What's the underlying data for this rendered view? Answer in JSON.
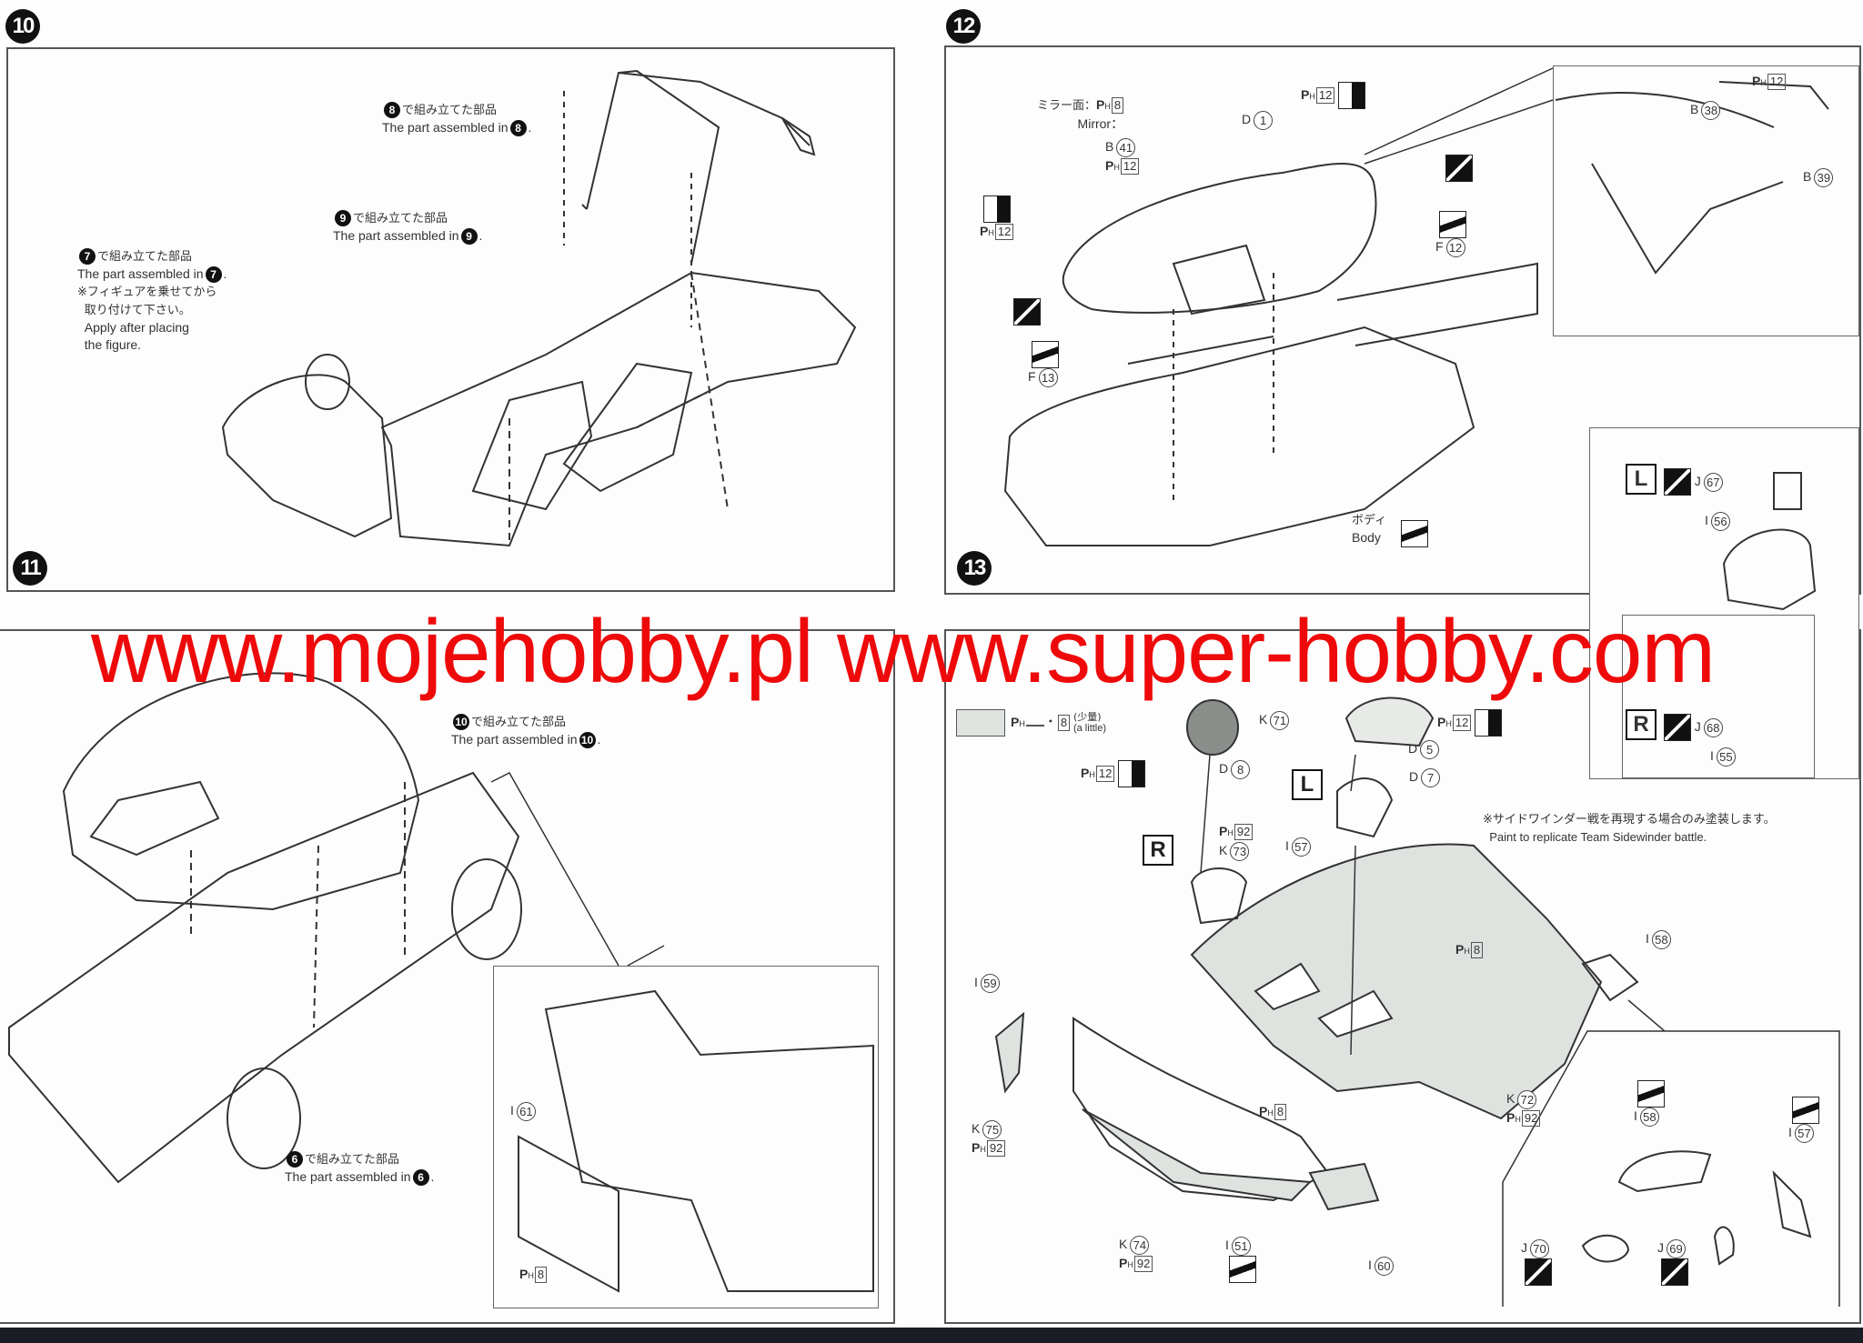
{
  "steps": {
    "s10": {
      "number": "10",
      "ref8": {
        "jp": "で組み立てた部品",
        "en": "The part assembled in",
        "num": "8"
      },
      "ref9": {
        "jp": "で組み立てた部品",
        "en": "The part assembled in",
        "num": "9"
      },
      "ref7": {
        "jp": "で組み立てた部品",
        "en": "The part assembled in",
        "num": "7",
        "note_jp1": "※フィギュアを乗せてから",
        "note_jp2": "取り付けて下さい。",
        "note_en1": "Apply after placing",
        "note_en2": "the figure."
      }
    },
    "s11": {
      "number": "11",
      "ref10": {
        "jp": "で組み立てた部品",
        "en": "The part assembled in",
        "num": "10"
      },
      "ref6": {
        "jp": "で組み立てた部品",
        "en": "The part assembled in",
        "num": "6"
      },
      "part_i61": {
        "letter": "I",
        "num": "61"
      },
      "paint_ph8": {
        "code": "P",
        "sub": "H",
        "num": "8"
      }
    },
    "s12": {
      "number": "12",
      "mirror_jp": "ミラー面：",
      "mirror_en": "Mirror：",
      "mirror_paint": "8",
      "b41": {
        "letter": "B",
        "num": "41",
        "paint": "12"
      },
      "d1": {
        "letter": "D",
        "num": "1"
      },
      "top_paint": "12",
      "left_paint": "12",
      "f12": {
        "letter": "F",
        "num": "12"
      },
      "f13": {
        "letter": "F",
        "num": "13"
      },
      "body_jp": "ボディ",
      "body_en": "Body",
      "inset": {
        "paint": "12",
        "b38": {
          "letter": "B",
          "num": "38"
        },
        "b39": {
          "letter": "B",
          "num": "39"
        }
      },
      "left_side": {
        "side": "L",
        "j": {
          "letter": "J",
          "num": "67"
        },
        "i": {
          "letter": "I",
          "num": "56"
        }
      },
      "right_side": {
        "side": "R",
        "j": {
          "letter": "J",
          "num": "68"
        },
        "i": {
          "letter": "I",
          "num": "55"
        }
      }
    },
    "s13": {
      "number": "13",
      "legend": {
        "paint_a": "",
        "sep": "・",
        "paint_b": "8",
        "jp": "(少量)",
        "en": "(a little)"
      },
      "k71": {
        "letter": "K",
        "num": "71",
        "paint": "12"
      },
      "d5": {
        "letter": "D",
        "num": "5",
        "paint": "12"
      },
      "d8": {
        "letter": "D",
        "num": "8"
      },
      "d7": {
        "letter": "D",
        "num": "7"
      },
      "side_l": "L",
      "side_r": "R",
      "k73": {
        "letter": "K",
        "num": "73",
        "paint": "92"
      },
      "i57": {
        "letter": "I",
        "num": "57"
      },
      "note_jp": "※サイドワインダー戦を再現する場合のみ塗装します。",
      "note_en": "Paint to replicate Team Sidewinder battle.",
      "ph8_body": "8",
      "i58": {
        "letter": "I",
        "num": "58"
      },
      "i59": {
        "letter": "I",
        "num": "59"
      },
      "k75": {
        "letter": "K",
        "num": "75",
        "paint": "92"
      },
      "ph8_bumper": "8",
      "k74": {
        "letter": "K",
        "num": "74",
        "paint": "92"
      },
      "i51": {
        "letter": "I",
        "num": "51"
      },
      "i60": {
        "letter": "I",
        "num": "60"
      },
      "k72": {
        "letter": "K",
        "num": "72",
        "paint": "92"
      },
      "inset": {
        "i58": {
          "letter": "I",
          "num": "58"
        },
        "i57": {
          "letter": "I",
          "num": "57"
        },
        "j70": {
          "letter": "J",
          "num": "70"
        },
        "j69": {
          "letter": "J",
          "num": "69"
        }
      }
    }
  },
  "paint_prefix": {
    "code": "P",
    "sub": "H"
  },
  "watermark": "www.mojehobby.pl www.super-hobby.com",
  "colors": {
    "watermark": "#ee0a0a",
    "ink": "#222222",
    "tint": "#dfe3e0"
  }
}
